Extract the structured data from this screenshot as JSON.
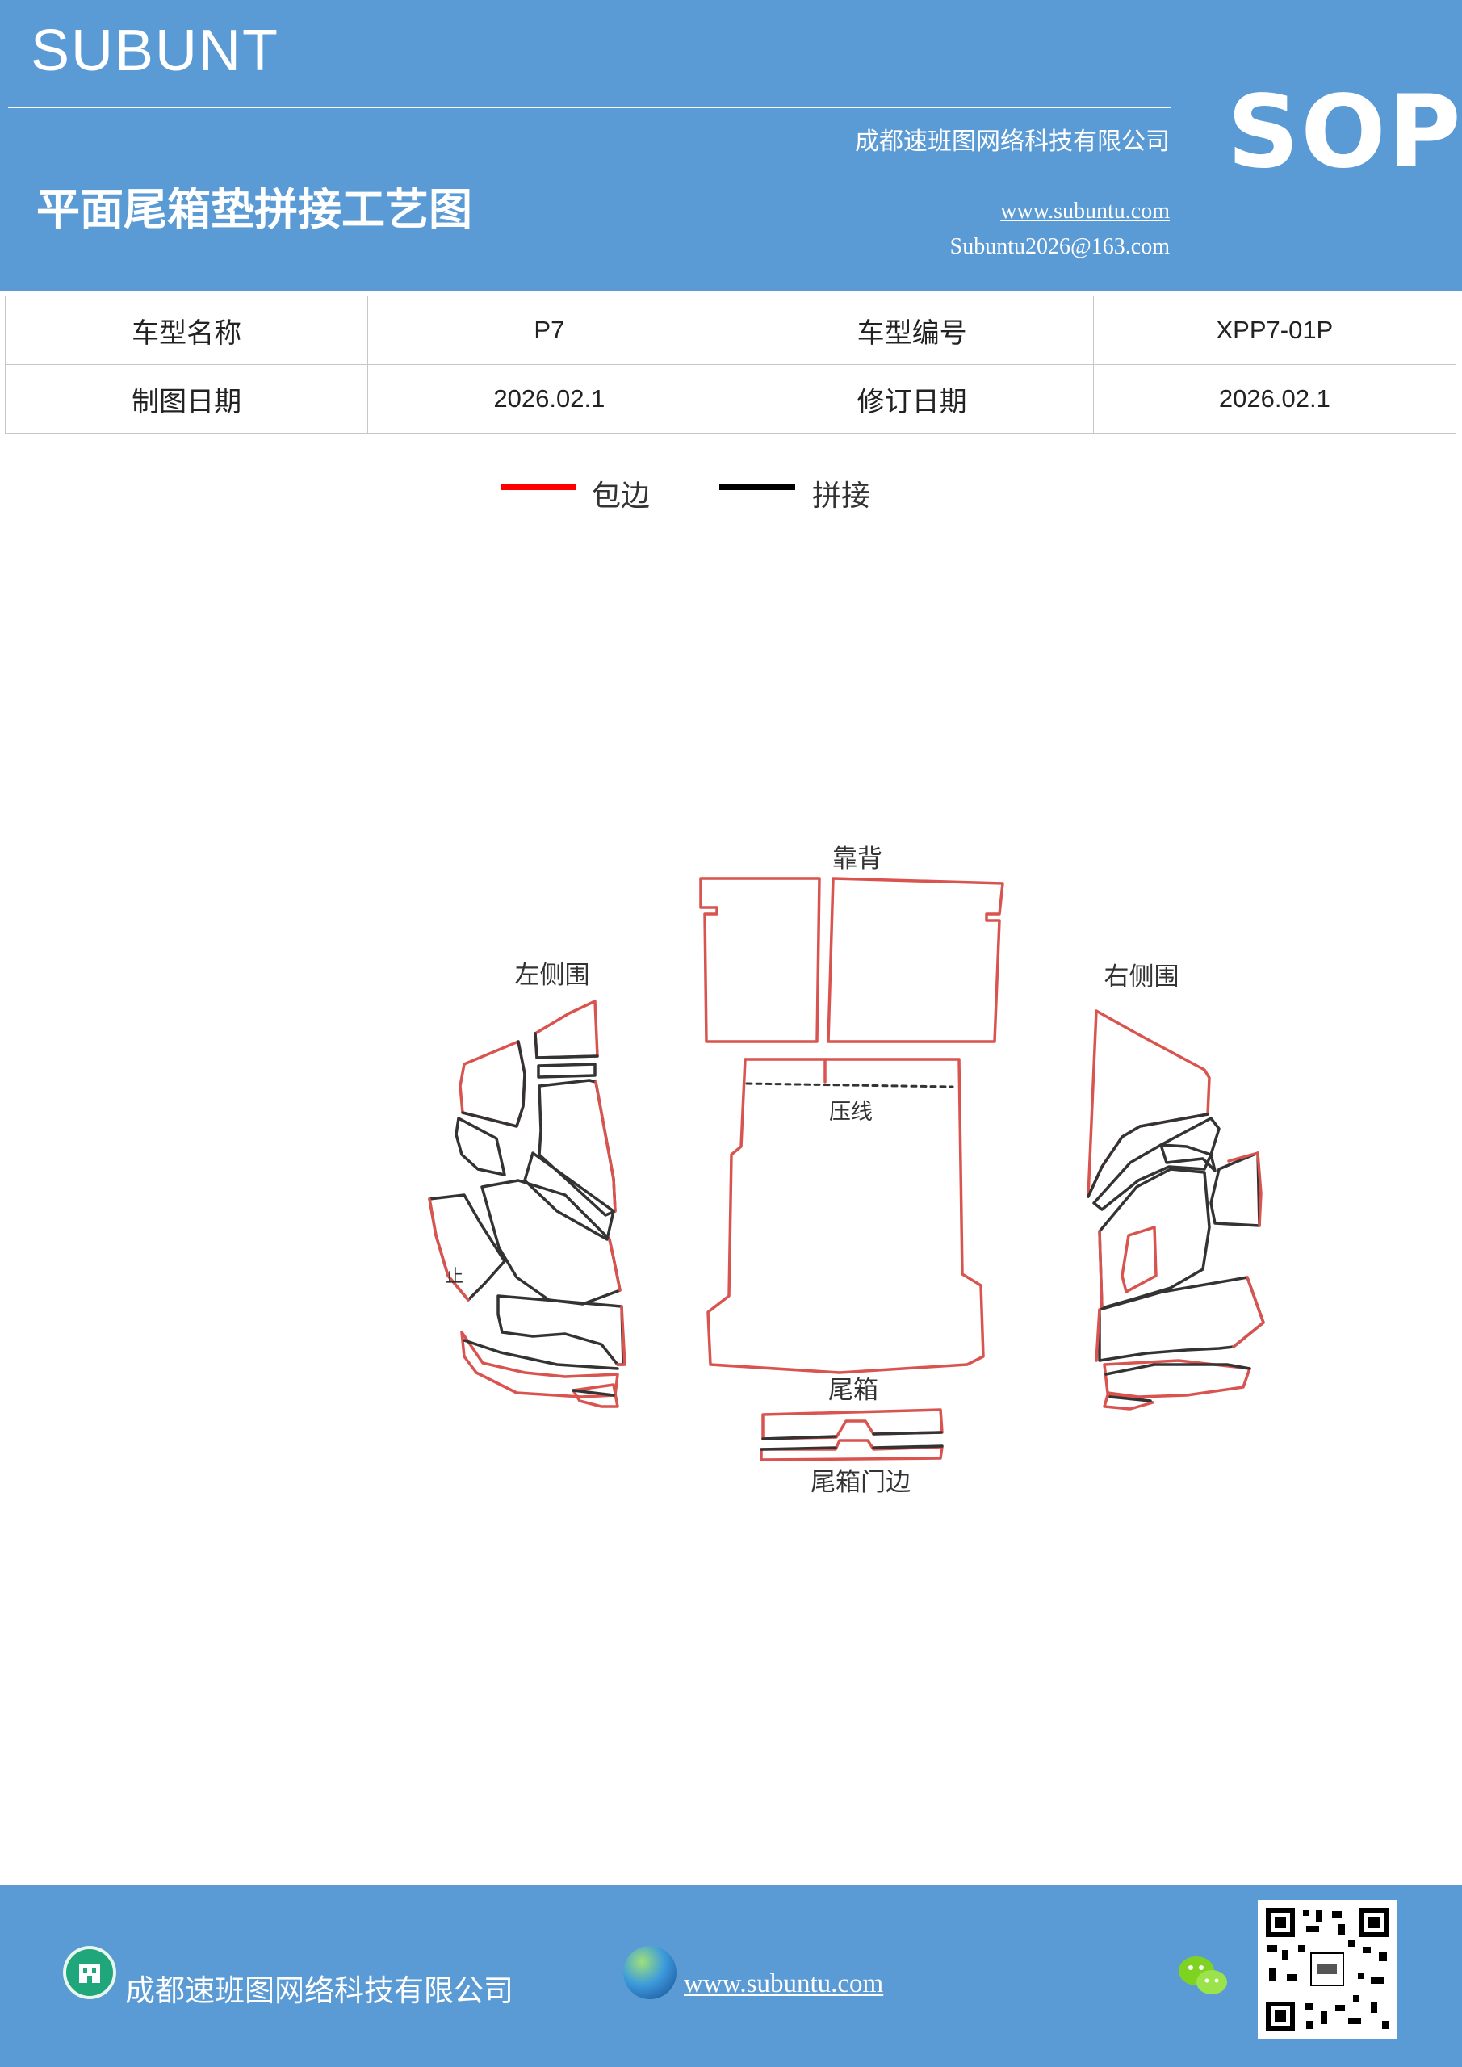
{
  "header": {
    "brand": "SUBUNT",
    "badge": "SOP",
    "company": "成都速班图网络科技有限公司",
    "title": "平面尾箱垫拼接工艺图",
    "website": "www.subuntu.com",
    "email": "Subuntu2026@163.com"
  },
  "info_table": {
    "rows": [
      {
        "label1": "车型名称",
        "value1": "P7",
        "label2": "车型编号",
        "value2": "XPP7-01P"
      },
      {
        "label1": "制图日期",
        "value1": "2026.02.1",
        "label2": "修订日期",
        "value2": "2026.02.1"
      }
    ]
  },
  "legend": {
    "items": [
      {
        "label": "包边",
        "color": "#ff0000"
      },
      {
        "label": "拼接",
        "color": "#000000"
      }
    ]
  },
  "diagram": {
    "labels": {
      "backrest": "靠背",
      "left_side": "左侧围",
      "right_side": "右侧围",
      "press_line": "压线",
      "trunk": "尾箱",
      "trunk_door_edge": "尾箱门边",
      "small_mark": "止"
    },
    "colors": {
      "edge": "#d9534f",
      "seam": "#333333"
    }
  },
  "footer": {
    "company": "成都速班图网络科技有限公司",
    "website": "www.subuntu.com"
  },
  "icons": [
    "building-icon",
    "globe-icon",
    "wechat-icon",
    "qr-code"
  ]
}
